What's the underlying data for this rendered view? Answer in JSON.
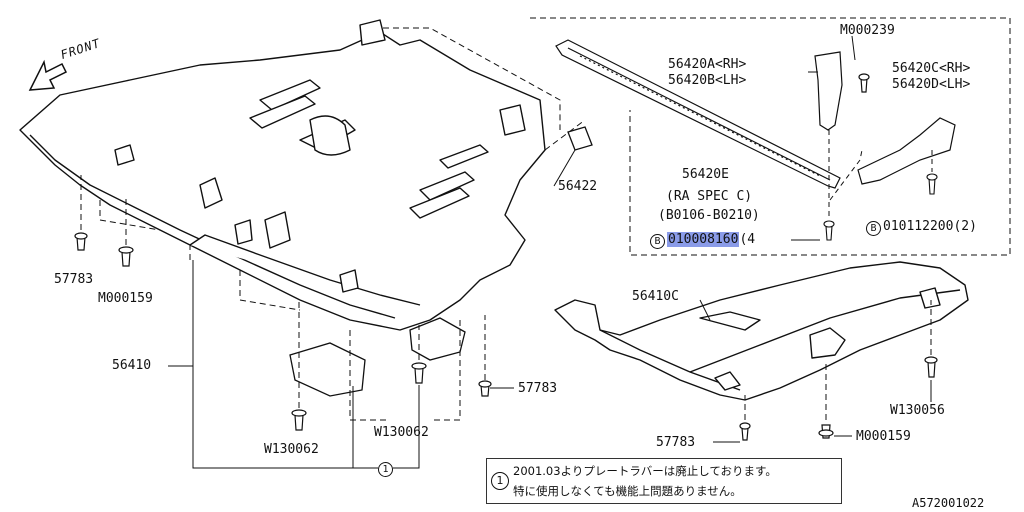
{
  "front_label": "FRONT",
  "diagram_id": "A572001022",
  "callouts": {
    "p56420a": "56420A<RH>",
    "p56420b": "56420B<LH>",
    "m000239": "M000239",
    "p56420c": "56420C<RH>",
    "p56420d": "56420D<LH>",
    "p56420e": "56420E",
    "ra_spec": "(RA SPEC C)",
    "range": "(B0106-B0210)",
    "ref_b": "B",
    "part_010008160": "010008160",
    "qty_010008160": "(4",
    "part_010112200": "010112200(2)",
    "p56422": "56422",
    "p57783_left": "57783",
    "m000159_left": "M000159",
    "p56410": "56410",
    "p57783_mid": "57783",
    "w130062_left": "W130062",
    "w130062_right": "W130062",
    "ref_1": "1",
    "p56410c": "56410C",
    "w130056": "W130056",
    "p57783_right": "57783",
    "m000159_right": "M000159"
  },
  "note": {
    "number": "1",
    "line1": "2001.03よりプレートラバーは廃止しております。",
    "line2": "特に使用しなくても機能上問題ありません。"
  }
}
